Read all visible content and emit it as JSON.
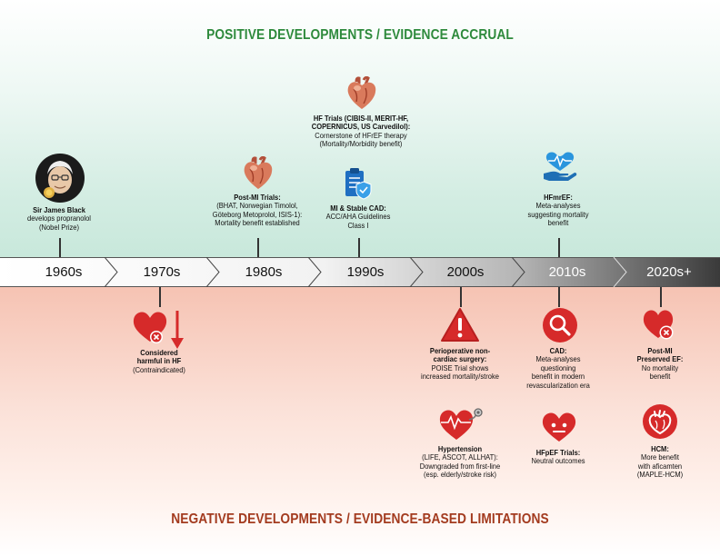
{
  "titles": {
    "positive": "POSITIVE DEVELOPMENTS / EVIDENCE ACCRUAL",
    "negative": "NEGATIVE DEVELOPMENTS / EVIDENCE-BASED LIMITATIONS"
  },
  "colors": {
    "positive_title": "#2e8a3c",
    "negative_title": "#a33b1f",
    "heart_red": "#d62a2a",
    "blue_icon": "#2a8ad6",
    "timeline_dark": "#3a3a3a"
  },
  "decades": [
    "1960s",
    "1970s",
    "1980s",
    "1990s",
    "2000s",
    "2010s",
    "2020s+"
  ],
  "positive": [
    {
      "icon": "portrait-icon",
      "title": "Sir James Black",
      "desc": [
        "develops propranolol",
        "(Nobel Prize)"
      ]
    },
    {
      "icon": "heart-anatomy-icon",
      "title": "Post-MI Trials:",
      "desc": [
        "(BHAT, Norwegian Timolol,",
        "Göteborg Metoprolol, ISIS-1):",
        "Mortality benefit established"
      ]
    },
    {
      "icon": "heart-anatomy-icon",
      "title_lines": [
        "HF Trials (CIBIS-II, MERIT-HF,",
        "COPERNICUS, US Carvedilol):"
      ],
      "desc": [
        "Cornerstone of HFrEF therapy",
        "(Mortality/Morbidity benefit)"
      ]
    },
    {
      "icon": "clipboard-shield-icon",
      "title": "MI & Stable CAD:",
      "desc": [
        "ACC/AHA Guidelines",
        "Class I"
      ]
    },
    {
      "icon": "hand-heart-pulse-icon",
      "title": "HFmrEF:",
      "desc": [
        "Meta-analyses",
        "suggesting mortality",
        "benefit"
      ]
    }
  ],
  "negative": [
    {
      "icon": "heart-x-down-arrow-icon",
      "title_lines": [
        "Considered",
        "harmful in HF"
      ],
      "desc": [
        "(Contraindicated)"
      ]
    },
    {
      "icon": "warning-triangle-icon",
      "title_lines": [
        "Perioperative non-",
        "cardiac surgery:"
      ],
      "desc": [
        "POISE Trial shows",
        "increased mortality/stroke"
      ]
    },
    {
      "icon": "heart-pulse-stethoscope-icon",
      "title": "Hypertension",
      "desc": [
        "(LIFE, ASCOT, ALLHAT):",
        "Downgraded from first-line",
        "(esp. elderly/stroke risk)"
      ]
    },
    {
      "icon": "magnifier-icon",
      "title": "CAD:",
      "desc": [
        "Meta-analyses",
        "questioning",
        "benefit in modern",
        "revascularization era"
      ]
    },
    {
      "icon": "neutral-heart-icon",
      "title": "HFpEF Trials:",
      "desc": [
        "Neutral outcomes"
      ]
    },
    {
      "icon": "heart-x-icon",
      "title_lines": [
        "Post-MI",
        "Preserved EF:"
      ],
      "desc": [
        "No mortality",
        "benefit"
      ]
    },
    {
      "icon": "heart-anatomy-icon",
      "title": "HCM:",
      "desc": [
        "More benefit",
        "with aficamten",
        "(MAPLE-HCM)"
      ]
    }
  ]
}
